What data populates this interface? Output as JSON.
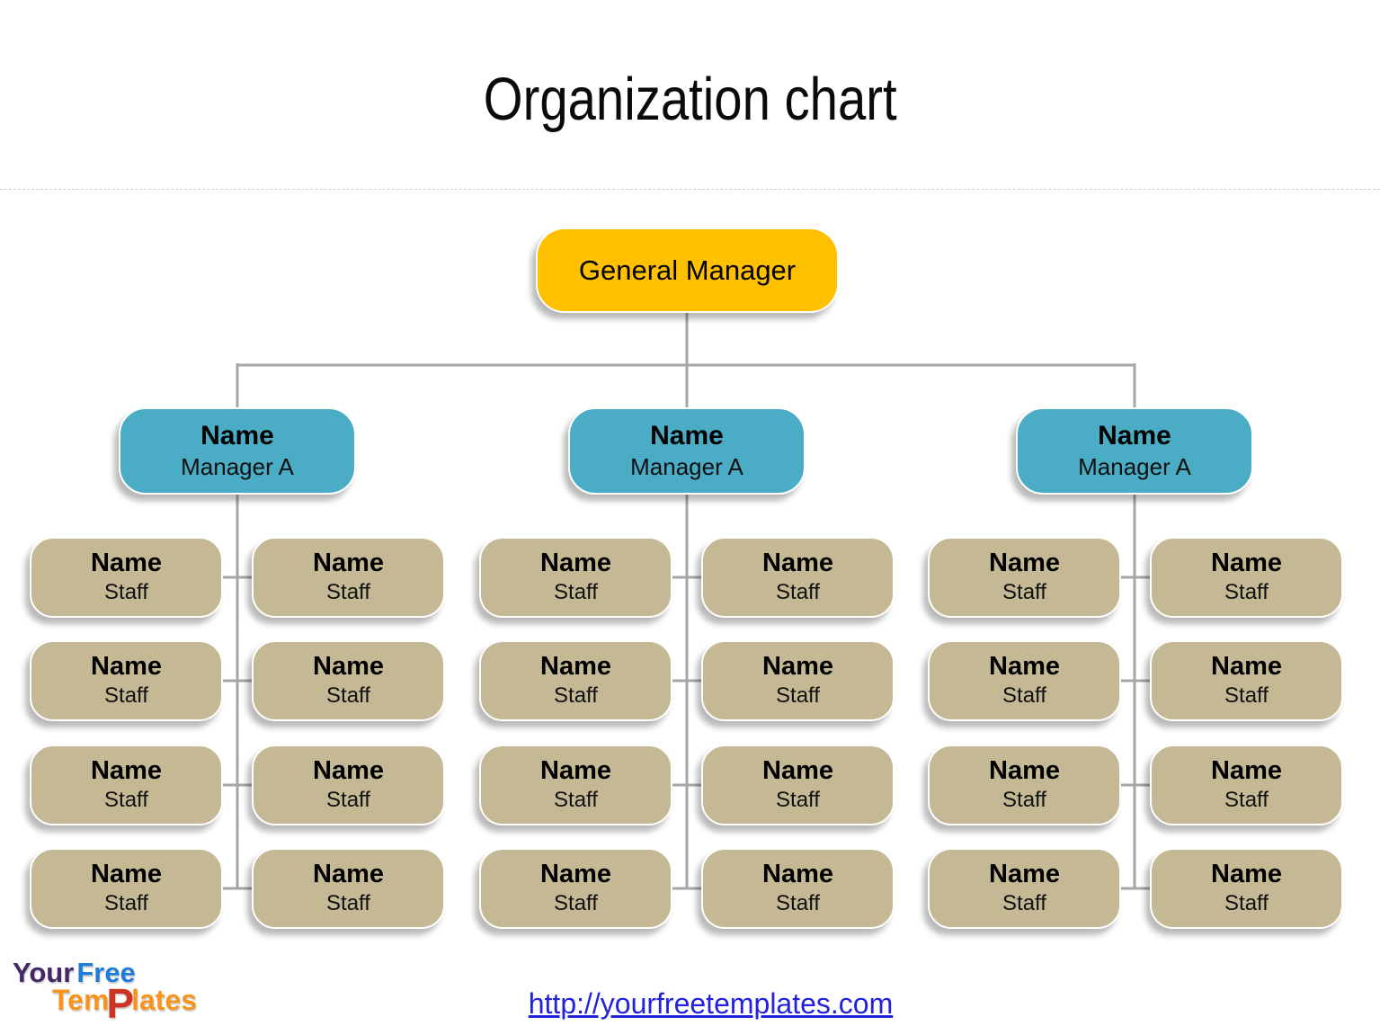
{
  "title": "Organization chart",
  "chart": {
    "root": {
      "name": "General Manager"
    },
    "groups": [
      {
        "manager": {
          "name": "Name",
          "role": "Manager A"
        },
        "staff": [
          {
            "name": "Name",
            "role": "Staff"
          },
          {
            "name": "Name",
            "role": "Staff"
          },
          {
            "name": "Name",
            "role": "Staff"
          },
          {
            "name": "Name",
            "role": "Staff"
          },
          {
            "name": "Name",
            "role": "Staff"
          },
          {
            "name": "Name",
            "role": "Staff"
          },
          {
            "name": "Name",
            "role": "Staff"
          },
          {
            "name": "Name",
            "role": "Staff"
          }
        ]
      },
      {
        "manager": {
          "name": "Name",
          "role": "Manager A"
        },
        "staff": [
          {
            "name": "Name",
            "role": "Staff"
          },
          {
            "name": "Name",
            "role": "Staff"
          },
          {
            "name": "Name",
            "role": "Staff"
          },
          {
            "name": "Name",
            "role": "Staff"
          },
          {
            "name": "Name",
            "role": "Staff"
          },
          {
            "name": "Name",
            "role": "Staff"
          },
          {
            "name": "Name",
            "role": "Staff"
          },
          {
            "name": "Name",
            "role": "Staff"
          }
        ]
      },
      {
        "manager": {
          "name": "Name",
          "role": "Manager A"
        },
        "staff": [
          {
            "name": "Name",
            "role": "Staff"
          },
          {
            "name": "Name",
            "role": "Staff"
          },
          {
            "name": "Name",
            "role": "Staff"
          },
          {
            "name": "Name",
            "role": "Staff"
          },
          {
            "name": "Name",
            "role": "Staff"
          },
          {
            "name": "Name",
            "role": "Staff"
          },
          {
            "name": "Name",
            "role": "Staff"
          },
          {
            "name": "Name",
            "role": "Staff"
          }
        ]
      }
    ]
  },
  "footer": {
    "logo": {
      "word1": "Your",
      "word2": "Free",
      "word3a": "Tem",
      "word3b": "P",
      "word3c": "lates"
    },
    "link": {
      "text": "http://yourfreetemplates.com",
      "url": "http://yourfreetemplates.com"
    }
  },
  "colors": {
    "root_fill": "#FFC000",
    "manager_fill": "#4BACC6",
    "staff_fill": "#C4B994",
    "connector": "#A6A6A6",
    "link_blue": "#2222DD",
    "logo_purple": "#452767",
    "logo_blue": "#1E7BD7",
    "logo_orange": "#F7941E",
    "logo_red": "#CC3322"
  }
}
